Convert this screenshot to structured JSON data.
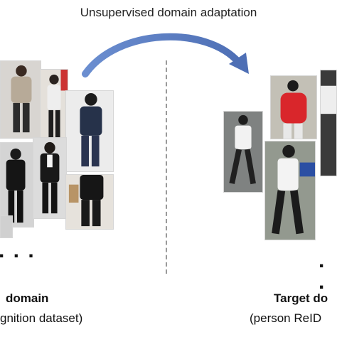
{
  "header": {
    "title": "Unsupervised domain adaptation"
  },
  "source": {
    "title_fragment": "domain",
    "subtitle_fragment": "gnition dataset)",
    "ellipsis": ". . ."
  },
  "target": {
    "title_fragment": "Target do",
    "subtitle_fragment": "(person ReID",
    "ellipsis": ". ."
  },
  "colors": {
    "arrow": "#5a7bbf",
    "divider": "#9a9a9a",
    "text": "#111111"
  },
  "icons": [
    "curved-arrow-icon"
  ]
}
